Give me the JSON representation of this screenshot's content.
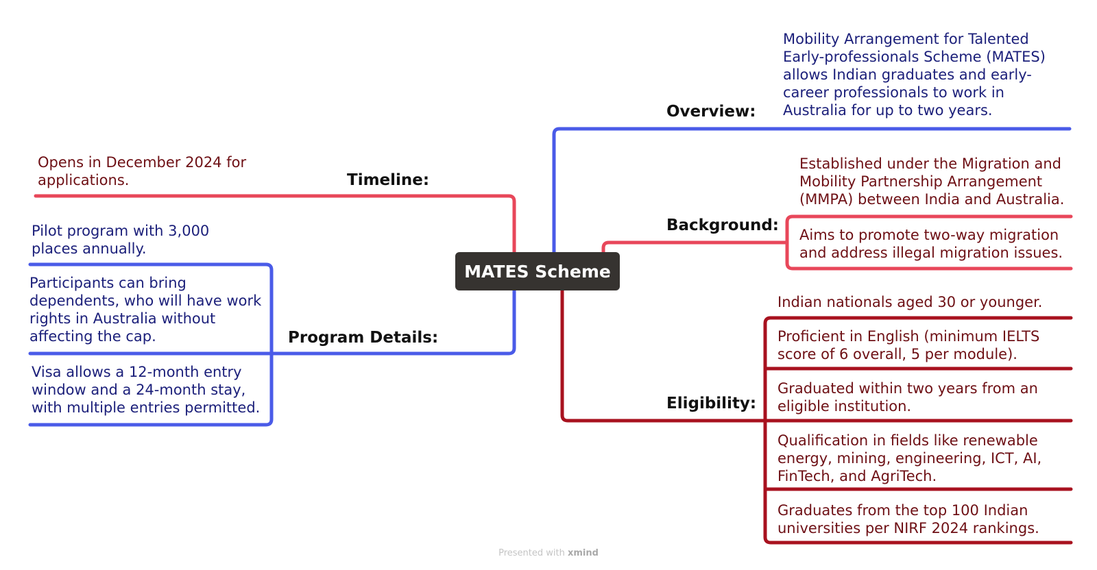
{
  "central_topic": "MATES Scheme",
  "colors": {
    "blue": "#4a5be8",
    "pink": "#e8475a",
    "dark_red": "#a8121f",
    "central_fill": "#363330"
  },
  "branches": {
    "overview": {
      "label": "Overview:",
      "items": [
        "Mobility Arrangement for Talented Early-professionals Scheme (MATES) allows Indian graduates and early-career professionals to work in Australia for up to two years."
      ]
    },
    "background": {
      "label": "Background:",
      "items": [
        "Established under the Migration and Mobility Partnership Arrangement (MMPA) between India and Australia.",
        "Aims to promote two-way migration and address illegal migration issues."
      ]
    },
    "eligibility": {
      "label": "Eligibility:",
      "items": [
        "Indian nationals aged 30 or younger.",
        "Proficient in English (minimum IELTS score of 6 overall, 5 per module).",
        "Graduated within two years from an eligible institution.",
        "Qualification in fields like renewable energy, mining, engineering, ICT, AI, FinTech, and AgriTech.",
        "Graduates from the top 100 Indian universities per NIRF 2024 rankings."
      ]
    },
    "timeline": {
      "label": "Timeline:",
      "items": [
        "Opens in December 2024 for applications."
      ]
    },
    "program_details": {
      "label": "Program Details:",
      "items": [
        "Pilot program with 3,000 places annually.",
        "Participants can bring dependents, who will have work rights in Australia without affecting the cap.",
        "Visa allows a 12-month entry window and a 24-month stay, with multiple entries permitted."
      ]
    }
  },
  "footer": {
    "prefix": "Presented with",
    "brand": "xmind"
  }
}
